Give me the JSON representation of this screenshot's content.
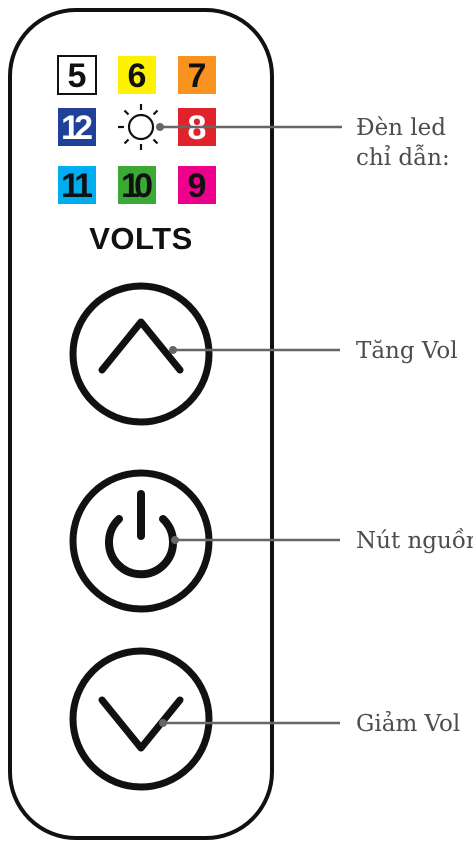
{
  "device": {
    "body_outline_color": "#111111",
    "volts_label": "VOLTS",
    "voltage_indicators": [
      {
        "label": "5",
        "bg": "#ffffff",
        "text_color": "#111111",
        "outlined": true
      },
      {
        "label": "6",
        "bg": "#fff200",
        "text_color": "#111111",
        "outlined": false
      },
      {
        "label": "7",
        "bg": "#f7931e",
        "text_color": "#111111",
        "outlined": false
      },
      {
        "label": "12",
        "bg": "#21409a",
        "text_color": "#ffffff",
        "outlined": false
      },
      {
        "label": "8",
        "bg": "#e0232b",
        "text_color": "#ffffff",
        "outlined": false
      },
      {
        "label": "11",
        "bg": "#00aeef",
        "text_color": "#111111",
        "outlined": false
      },
      {
        "label": "10",
        "bg": "#3aaa35",
        "text_color": "#111111",
        "outlined": false
      },
      {
        "label": "9",
        "bg": "#ec008c",
        "text_color": "#111111",
        "outlined": false
      }
    ],
    "led_icon": "sun-led-icon",
    "buttons": [
      {
        "name": "volume-up-button",
        "icon": "chevron-up-icon"
      },
      {
        "name": "power-button",
        "icon": "power-icon"
      },
      {
        "name": "volume-down-button",
        "icon": "chevron-down-icon"
      }
    ]
  },
  "callouts": {
    "line_color": "#666666",
    "text_color": "#4d4d4d",
    "led_indicator": {
      "line1": "Đèn led",
      "line2": "chỉ dẫn:"
    },
    "volume_up": "Tăng Vol",
    "power": "Nút nguồn",
    "volume_down": "Giảm Vol"
  }
}
